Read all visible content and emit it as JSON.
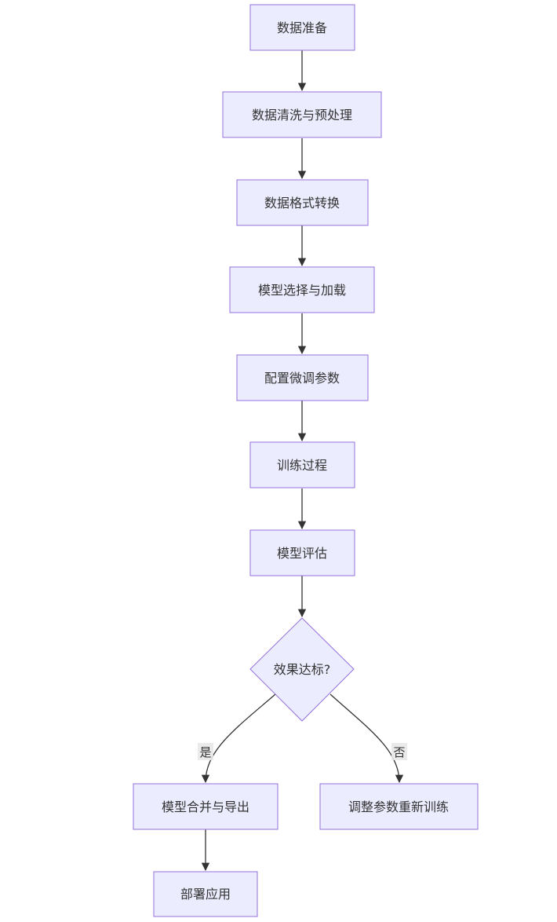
{
  "diagram": {
    "nodes": {
      "prepare": "数据准备",
      "clean": "数据清洗与预处理",
      "convert": "数据格式转换",
      "model_select": "模型选择与加载",
      "config": "配置微调参数",
      "train": "训练过程",
      "evaluate": "模型评估",
      "decision": "效果达标?",
      "merge": "模型合并与导出",
      "retrain": "调整参数重新训练",
      "deploy": "部署应用"
    },
    "edge_labels": {
      "yes": "是",
      "no": "否"
    },
    "colors": {
      "node_fill": "#ececff",
      "node_stroke": "#9370db",
      "edge": "#333333",
      "edge_label_bg": "#e8e8e8"
    }
  }
}
